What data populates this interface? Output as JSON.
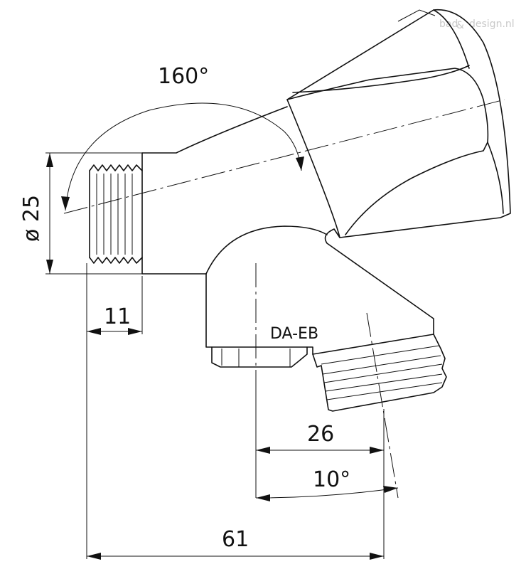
{
  "watermark": {
    "text_left": "bad",
    "text_amp": "&",
    "text_right": "design.nl"
  },
  "dimensions": {
    "angle_handle": "160°",
    "diameter": "ø 25",
    "thread_length": "11",
    "outlet_offset": "26",
    "outlet_angle": "10°",
    "total_length": "61"
  },
  "label": "DA-EB"
}
